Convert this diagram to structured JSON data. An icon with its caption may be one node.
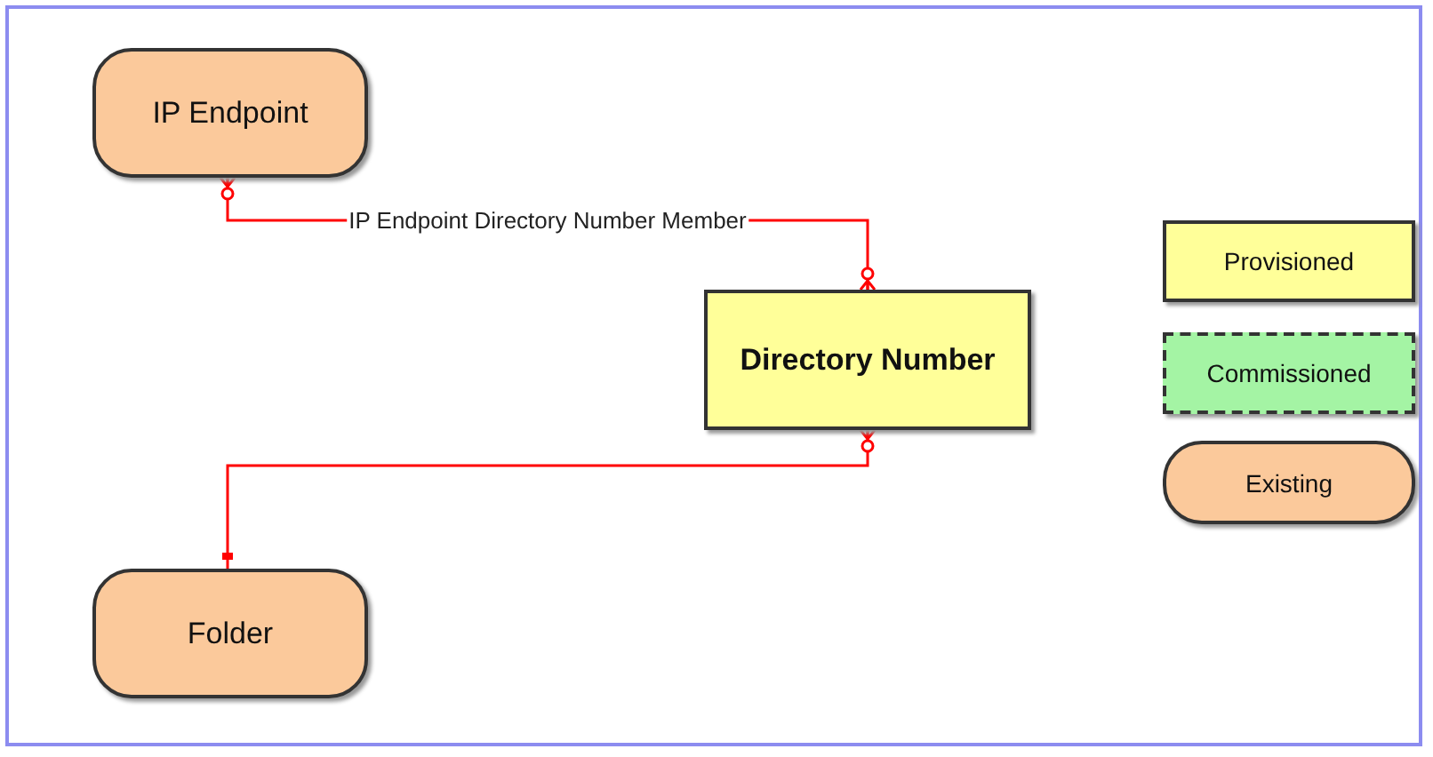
{
  "diagram": {
    "nodes": [
      {
        "text": [
          "IP Endpoint"
        ]
      },
      {
        "text": [
          "Directory Number"
        ]
      },
      {
        "text": [
          "Folder"
        ]
      },
      {
        "text": [
          "Provisioned"
        ]
      },
      {
        "text": [
          "Commissioned"
        ]
      },
      {
        "text": [
          "Existing"
        ]
      }
    ],
    "edges": [
      {
        "from": 0,
        "to": 1,
        "arrow": "other",
        "label": "IP Endpoint Directory Number Member",
        "color": "#ff0000"
      },
      {
        "from": 2,
        "to": 1,
        "arrow": "other",
        "color": "#ff0000"
      }
    ]
  }
}
